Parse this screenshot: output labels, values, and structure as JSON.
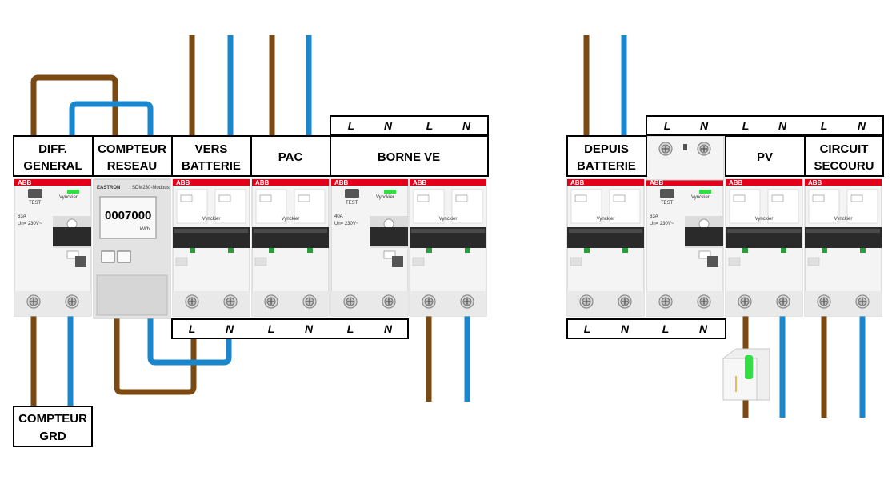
{
  "labels": {
    "diff_general": [
      "DIFF.",
      "GENERAL"
    ],
    "compteur_reseau": [
      "COMPTEUR",
      "RESEAU"
    ],
    "vers_batterie": [
      "VERS",
      "BATTERIE"
    ],
    "pac": "PAC",
    "borne_ve": "BORNE VE",
    "compteur_grd": [
      "COMPTEUR",
      "GRD"
    ],
    "depuis_batterie": [
      "DEPUIS",
      "BATTERIE"
    ],
    "pv": "PV",
    "circuit_secouru": [
      "CIRCUIT",
      "SECOURU"
    ]
  },
  "terminals": {
    "L": "L",
    "N": "N"
  },
  "meter": {
    "brand": "EASTRON",
    "model": "SDM230-Modbus",
    "reading": "0007000",
    "unit": "kWh"
  },
  "breaker": {
    "brand": "ABB",
    "test": "TEST",
    "rating_rcd": "63A",
    "rating_ve": "40A",
    "voltage": "Un= 230V~",
    "vendor": "Vynckier"
  },
  "colors": {
    "phase": "#7a4a12",
    "neutral": "#1a86cc",
    "abb_red": "#e2001a",
    "led_green": "#33dd44"
  }
}
